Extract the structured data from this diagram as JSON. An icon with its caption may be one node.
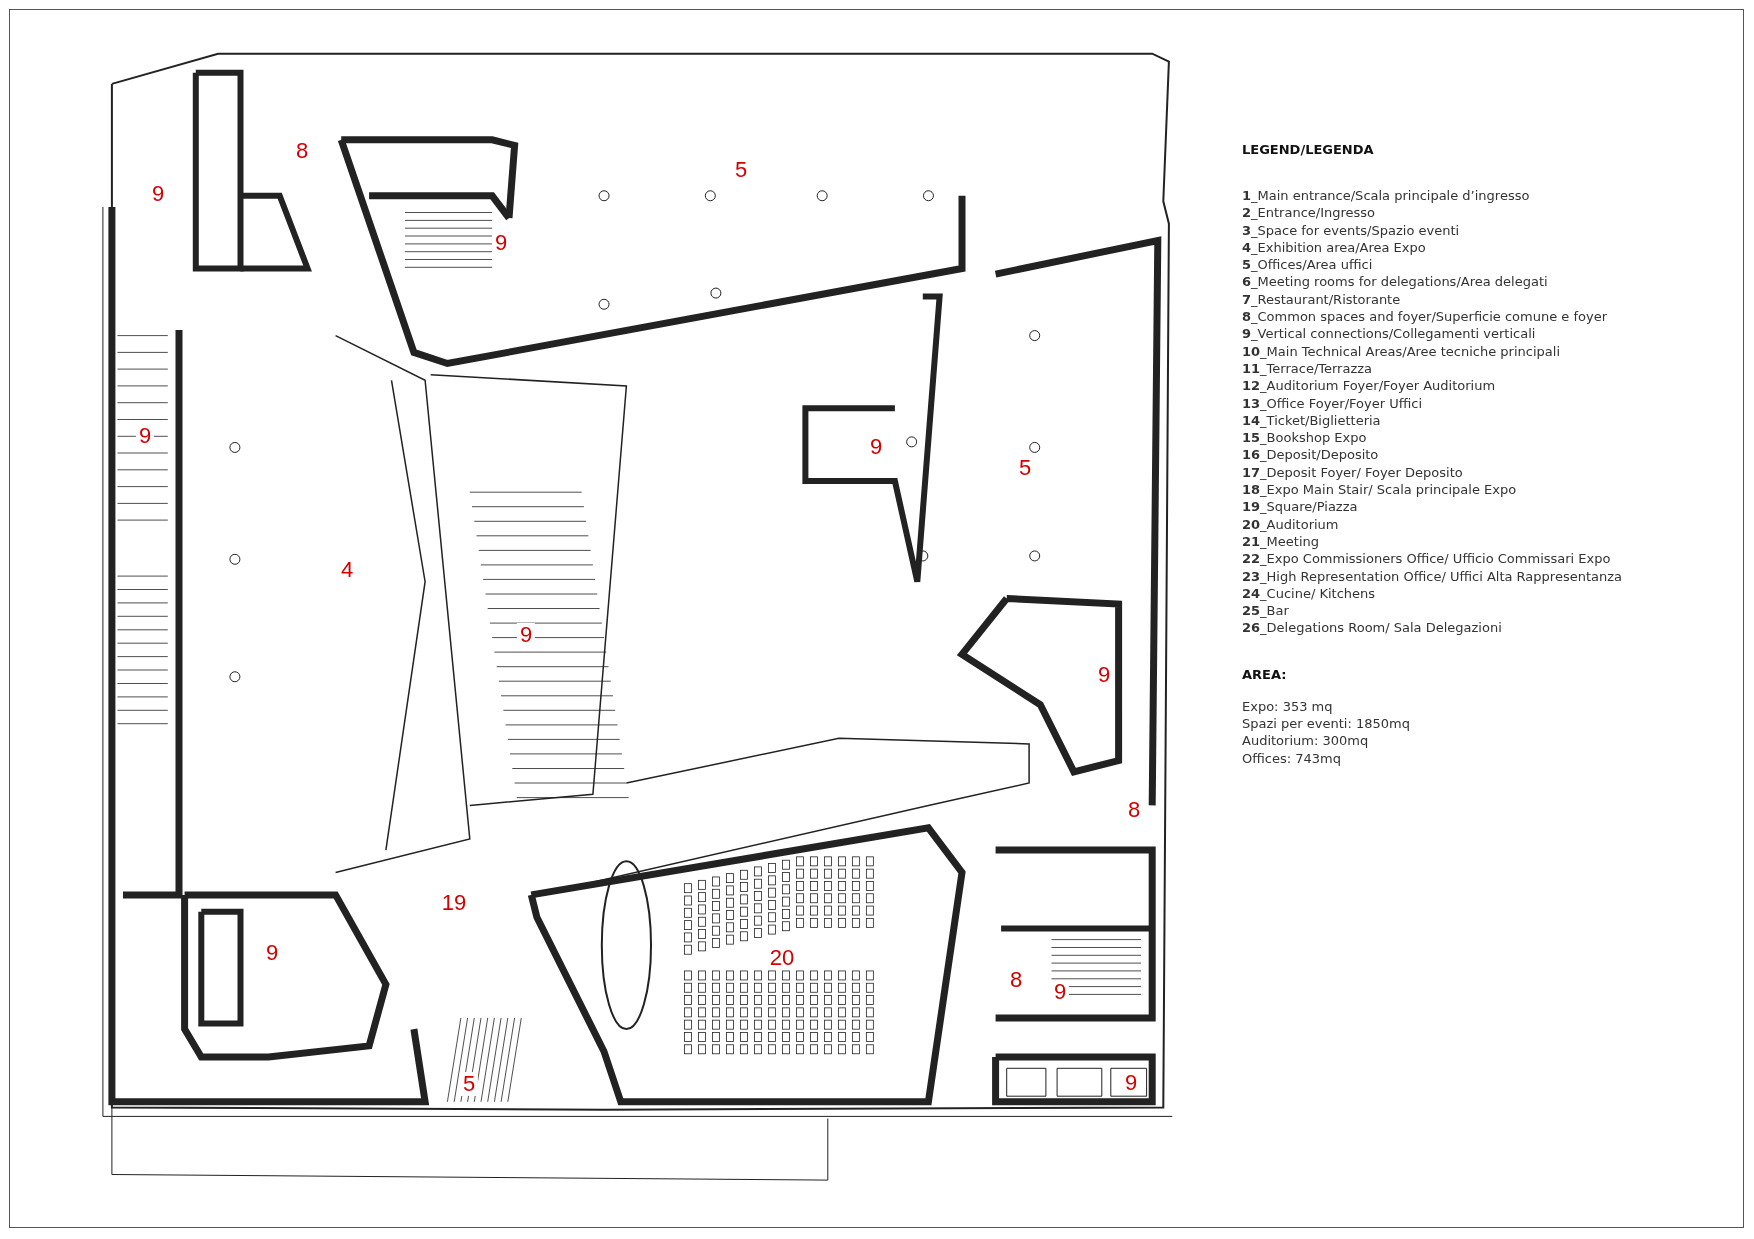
{
  "diagram": {
    "labels": [
      "8",
      "5",
      "9",
      "9",
      "9",
      "9",
      "5",
      "4",
      "9",
      "9",
      "8",
      "19",
      "9",
      "20",
      "8",
      "9",
      "5",
      "9",
      "LEGEND/LEGENDA",
      "**1**_Main entrance/Scala principale d’ingresso",
      "**2**_Entrance/Ingresso",
      "**3**_Space for events/Spazio eventi",
      "**4**_Exhibition area/Area Expo",
      "**5**_Offices/Area uffici",
      "**6**_Meeting rooms for delegations/Area delegati",
      "**7**_Restaurant/Ristorante",
      "**8**_Common spaces and foyer/Superficie comune e foyer",
      "**9**_Vertical connections/Collegamenti verticali",
      "**10**_Main Technical Areas/Aree tecniche principali",
      "**11**_Terrace/Terrazza",
      "**12**_Auditorium Foyer/Foyer Auditorium",
      "**13**_Office Foyer/Foyer Uffici",
      "**14**_Ticket/Biglietteria",
      "**15**_Bookshop Expo",
      "**16**_Deposit/Deposito",
      "**17**_Deposit Foyer/ Foyer Deposito",
      "**18**_Expo Main Stair/ Scala principale Expo",
      "**19**_Square/Piazza",
      "**20**_Auditorium",
      "**21**_Meeting",
      "**22**_Expo Commissioners Office/ Ufficio Commissari Expo",
      "**23**_High Representation Office/ Uffici Alta Rappresentanza",
      "**24**_Cucine/ Kitchens",
      "**25**_Bar",
      "**26**_Delegations Room/ Sala Delegazioni",
      "AREA:",
      "Expo: 353 mq",
      "Spazi per eventi: 1850mq",
      "Auditorium: 300mq",
      "Offices: 743mq"
    ]
  }
}
